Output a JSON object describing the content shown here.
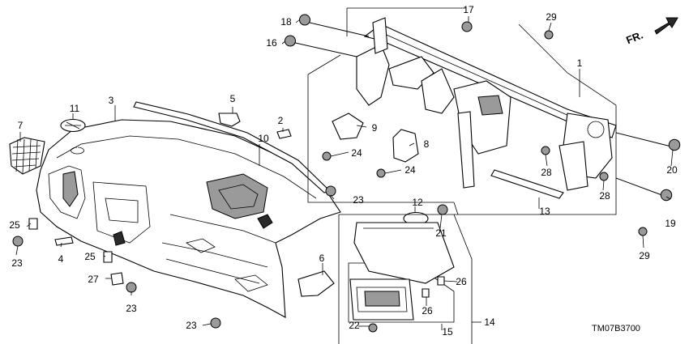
{
  "diagram": {
    "code": "TM07B3700",
    "direction": "FR.",
    "callouts": [
      {
        "id": "c1",
        "num": "1"
      },
      {
        "id": "c2",
        "num": "2"
      },
      {
        "id": "c3",
        "num": "3"
      },
      {
        "id": "c4",
        "num": "4"
      },
      {
        "id": "c5",
        "num": "5"
      },
      {
        "id": "c6",
        "num": "6"
      },
      {
        "id": "c7",
        "num": "7"
      },
      {
        "id": "c8",
        "num": "8"
      },
      {
        "id": "c9",
        "num": "9"
      },
      {
        "id": "c10",
        "num": "10"
      },
      {
        "id": "c11",
        "num": "11"
      },
      {
        "id": "c12",
        "num": "12"
      },
      {
        "id": "c13",
        "num": "13"
      },
      {
        "id": "c14",
        "num": "14"
      },
      {
        "id": "c15",
        "num": "15"
      },
      {
        "id": "c16",
        "num": "16"
      },
      {
        "id": "c17",
        "num": "17"
      },
      {
        "id": "c18",
        "num": "18"
      },
      {
        "id": "c19",
        "num": "19"
      },
      {
        "id": "c20",
        "num": "20"
      },
      {
        "id": "c21",
        "num": "21"
      },
      {
        "id": "c22",
        "num": "22"
      },
      {
        "id": "c23a",
        "num": "23"
      },
      {
        "id": "c23b",
        "num": "23"
      },
      {
        "id": "c23c",
        "num": "23"
      },
      {
        "id": "c23d",
        "num": "23"
      },
      {
        "id": "c24a",
        "num": "24"
      },
      {
        "id": "c24b",
        "num": "24"
      },
      {
        "id": "c25a",
        "num": "25"
      },
      {
        "id": "c25b",
        "num": "25"
      },
      {
        "id": "c26a",
        "num": "26"
      },
      {
        "id": "c26b",
        "num": "26"
      },
      {
        "id": "c27",
        "num": "27"
      },
      {
        "id": "c28a",
        "num": "28"
      },
      {
        "id": "c28b",
        "num": "28"
      },
      {
        "id": "c29a",
        "num": "29"
      },
      {
        "id": "c29b",
        "num": "29"
      }
    ]
  }
}
